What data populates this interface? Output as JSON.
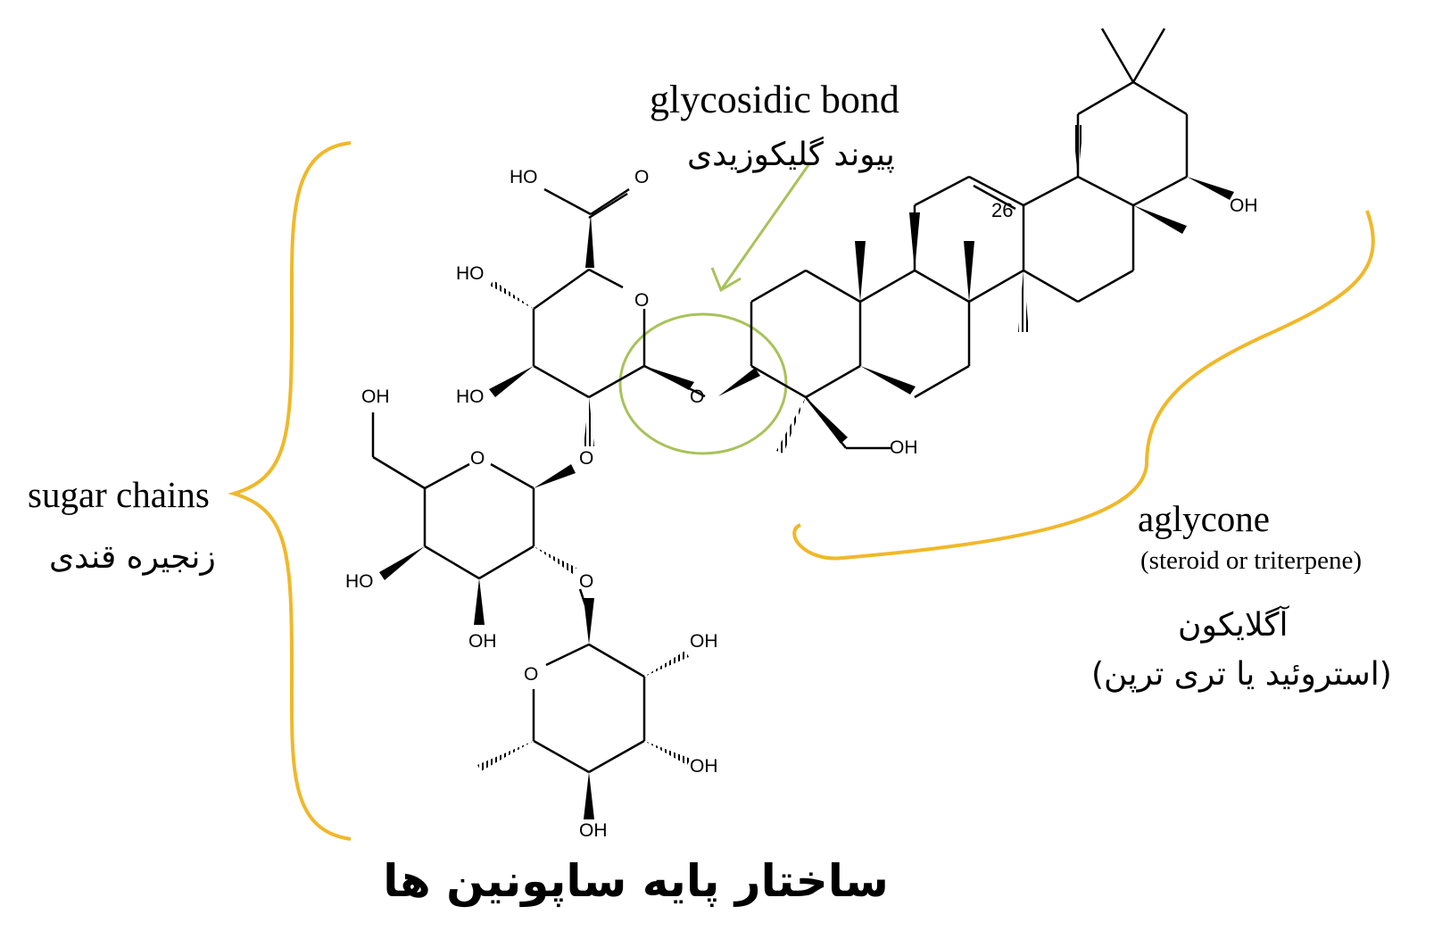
{
  "title": "ساختار پایه ساپونین ها",
  "annotations": {
    "glycosidic_bond_en": "glycosidic bond",
    "glycosidic_bond_fa": "پیوند گلیکوزیدی",
    "sugar_chains_en": "sugar chains",
    "sugar_chains_fa": "زنجیره قندی",
    "aglycone_en": "aglycone",
    "aglycone_sub_en": "(steroid or triterpene)",
    "aglycone_fa": "آگلایکون",
    "aglycone_sub_fa": "(استروئید یا تری ترپن)"
  },
  "atoms": {
    "ho": "HO",
    "oh": "OH",
    "o": "O",
    "locant_26": "26"
  },
  "colors": {
    "brace": "#f0b82a",
    "highlight": "#a8c25a",
    "bond": "#000000"
  }
}
